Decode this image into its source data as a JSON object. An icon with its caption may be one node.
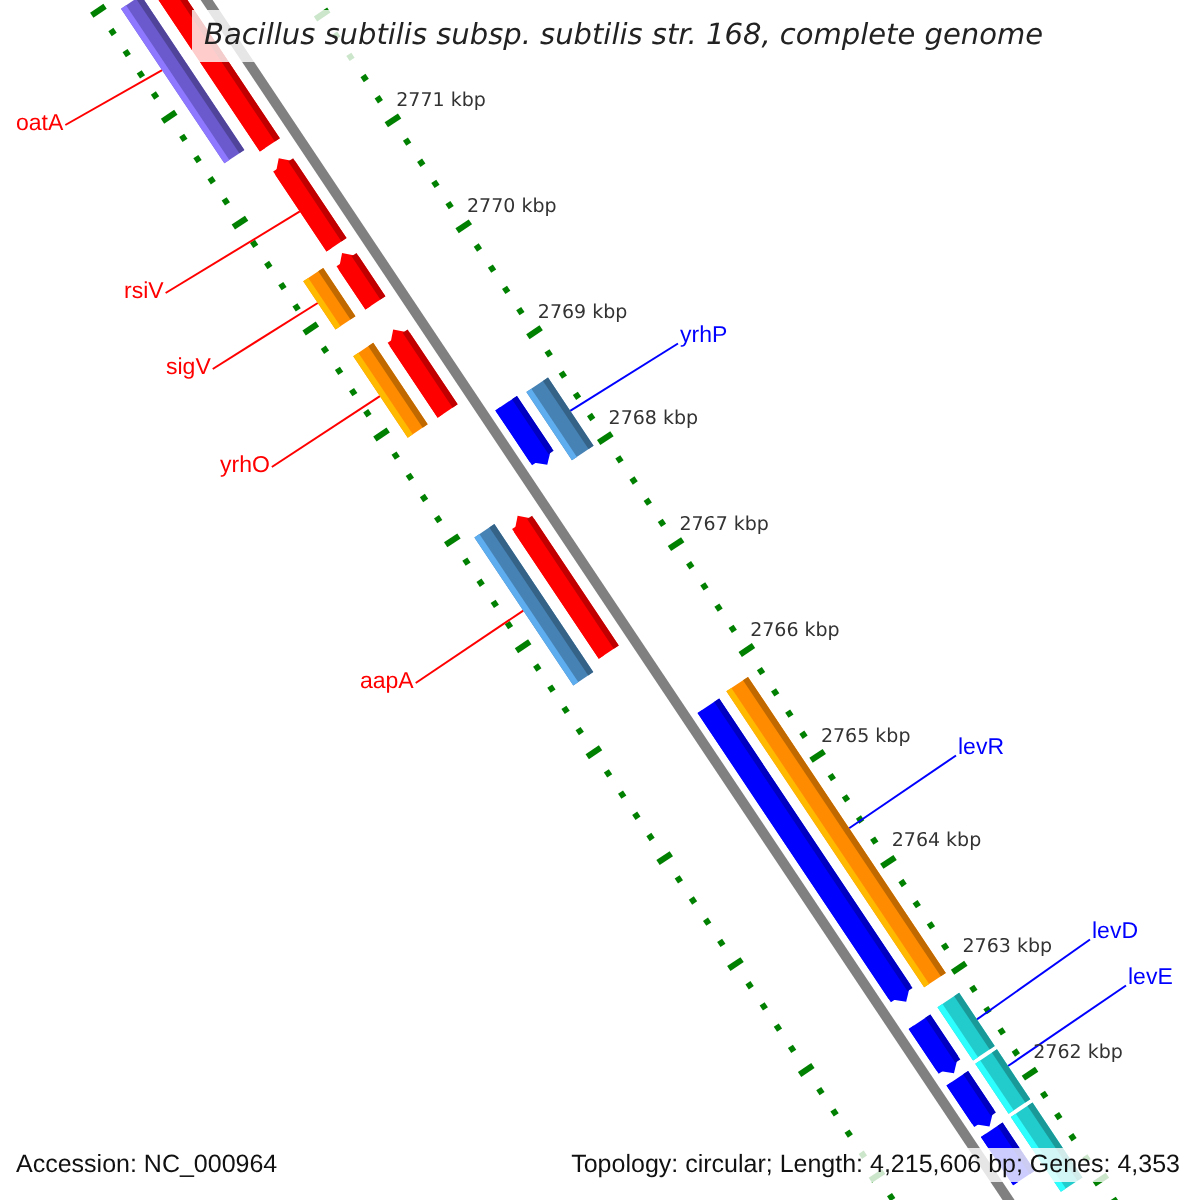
{
  "diagram": {
    "title": "Bacillus subtilis subsp. subtilis str. 168, complete genome",
    "nodes": [
      {
        "text": [
          "oatA"
        ]
      },
      {
        "text": [
          "rsiV"
        ]
      },
      {
        "text": [
          "sigV"
        ]
      },
      {
        "text": [
          "yrhO"
        ]
      },
      {
        "text": [
          "aapA"
        ]
      },
      {
        "text": [
          "yrhP"
        ]
      },
      {
        "text": [
          "levR"
        ]
      },
      {
        "text": [
          "levD"
        ]
      },
      {
        "text": [
          "levE"
        ]
      },
      {
        "text": [],
        "shape": "bar"
      },
      {
        "text": [],
        "shape": "bar"
      },
      {
        "text": [],
        "shape": "bar"
      },
      {
        "text": [],
        "shape": "bar"
      },
      {
        "text": [],
        "shape": "bar"
      },
      {
        "text": [],
        "shape": "bar"
      },
      {
        "text": [],
        "shape": "bar"
      },
      {
        "text": [],
        "shape": "bar"
      },
      {
        "text": [],
        "shape": "bar"
      }
    ],
    "edges": [
      {
        "from": 0,
        "to": 9,
        "arrow": "none"
      },
      {
        "from": 1,
        "to": 10,
        "arrow": "none"
      },
      {
        "from": 2,
        "to": 11,
        "arrow": "none"
      },
      {
        "from": 3,
        "to": 12,
        "arrow": "none"
      },
      {
        "from": 4,
        "to": 13,
        "arrow": "none"
      },
      {
        "from": 5,
        "to": 14,
        "arrow": "none",
        "color": "#0000ff"
      },
      {
        "from": 6,
        "to": 15,
        "arrow": "none",
        "color": "#0000ff"
      },
      {
        "from": 7,
        "to": 16,
        "arrow": "none",
        "color": "#0000ff"
      },
      {
        "from": 8,
        "to": 17,
        "arrow": "none",
        "color": "#0000ff"
      }
    ],
    "labels": [
      "2771 kbp",
      "2770 kbp",
      "2769 kbp",
      "2768 kbp",
      "2767 kbp",
      "2766 kbp",
      "2765 kbp",
      "2764 kbp",
      "2763 kbp",
      "2762 kbp",
      "Accession: NC_000964",
      "Topology: circular; Length: 4,215,606 bp; Genes: 4,353"
    ]
  }
}
